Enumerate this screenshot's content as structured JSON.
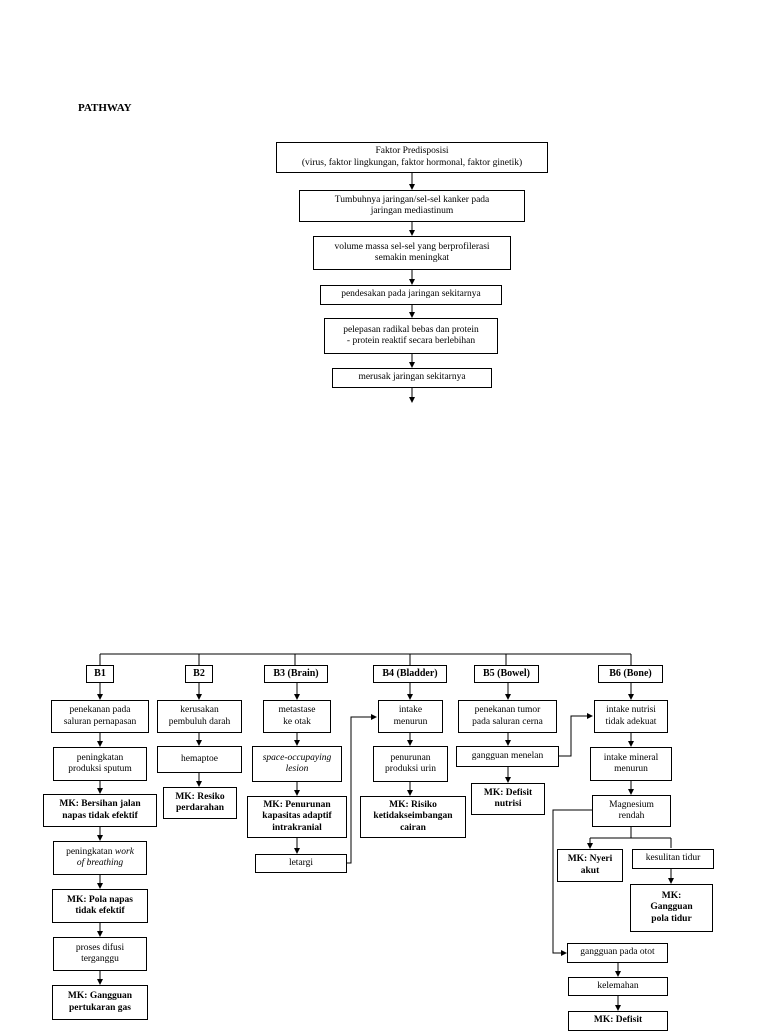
{
  "title": "PATHWAY",
  "top_flow": [
    {
      "line1": "Faktor Predisposisi",
      "line2": "(virus, faktor lingkungan, faktor hormonal, faktor ginetik)"
    },
    {
      "line1": "Tumbuhnya jaringan/sel-sel kanker pada",
      "line2": "jaringan mediastinum"
    },
    {
      "line1": "volume massa sel-sel yang berprofilerasi",
      "line2": "semakin meningkat"
    },
    {
      "line1": "pendesakan pada jaringan sekitarnya",
      "line2": ""
    },
    {
      "line1": "pelepasan radikal bebas dan protein",
      "line2": "- protein reaktif secara berlebihan"
    },
    {
      "line1": "merusak jaringan sekitarnya",
      "line2": ""
    }
  ],
  "headers": {
    "b1": "B1",
    "b2": "B2",
    "b3": "B3 (Brain)",
    "b4": "B4 (Bladder)",
    "b5": "B5 (Bowel)",
    "b6": "B6 (Bone)"
  },
  "b1": {
    "n1": {
      "l1": "penekanan pada",
      "l2": "saluran pernapasan"
    },
    "n2": {
      "l1": "peningkatan",
      "l2": "produksi sputum"
    },
    "n3": {
      "l1": "MK: Bersihan jalan",
      "l2": "napas tidak efektif"
    },
    "n4": {
      "l1": "peningkatan work",
      "l2": "of breathing"
    },
    "n5": {
      "l1": "MK: Pola napas",
      "l2": "tidak efektif"
    },
    "n6": {
      "l1": "proses difusi",
      "l2": "terganggu"
    },
    "n7": {
      "l1": "MK: Gangguan",
      "l2": "pertukaran gas"
    }
  },
  "b2": {
    "n1": {
      "l1": "kerusakan",
      "l2": "pembuluh darah"
    },
    "n2": {
      "l1": "hemaptoe",
      "l2": ""
    },
    "n3": {
      "l1": "MK: Resiko",
      "l2": "perdarahan"
    }
  },
  "b3": {
    "n1": {
      "l1": "metastase",
      "l2": "ke otak"
    },
    "n2": {
      "l1": "space-occupaying",
      "l2": "lesion"
    },
    "n3": {
      "l1": "MK: Penurunan",
      "l2": "kapasitas adaptif",
      "l3": "intrakranial"
    },
    "n4": {
      "l1": "letargi",
      "l2": ""
    }
  },
  "b4": {
    "n1": {
      "l1": "intake",
      "l2": "menurun"
    },
    "n2": {
      "l1": "penurunan",
      "l2": "produksi urin"
    },
    "n3": {
      "l1": "MK: Risiko",
      "l2": "ketidakseimbangan",
      "l3": "cairan"
    }
  },
  "b5": {
    "n1": {
      "l1": "penekanan tumor",
      "l2": "pada saluran cerna"
    },
    "n2": {
      "l1": "gangguan menelan",
      "l2": ""
    },
    "n3": {
      "l1": "MK: Defisit",
      "l2": "nutrisi"
    }
  },
  "b6": {
    "n1": {
      "l1": "intake nutrisi",
      "l2": "tidak adekuat"
    },
    "n2": {
      "l1": "intake mineral",
      "l2": "menurun"
    },
    "n3": {
      "l1": "Magnesium",
      "l2": "rendah"
    },
    "n4": {
      "l1": "MK: Nyeri",
      "l2": "akut"
    },
    "n5": {
      "l1": "kesulitan tidur",
      "l2": ""
    },
    "n6": {
      "l1": "MK:",
      "l2": "Gangguan",
      "l3": "pola tidur"
    },
    "n7": {
      "l1": "gangguan pada otot",
      "l2": ""
    },
    "n8": {
      "l1": "kelemahan",
      "l2": ""
    },
    "n9": {
      "l1": "MK: Defisit",
      "l2": ""
    }
  }
}
